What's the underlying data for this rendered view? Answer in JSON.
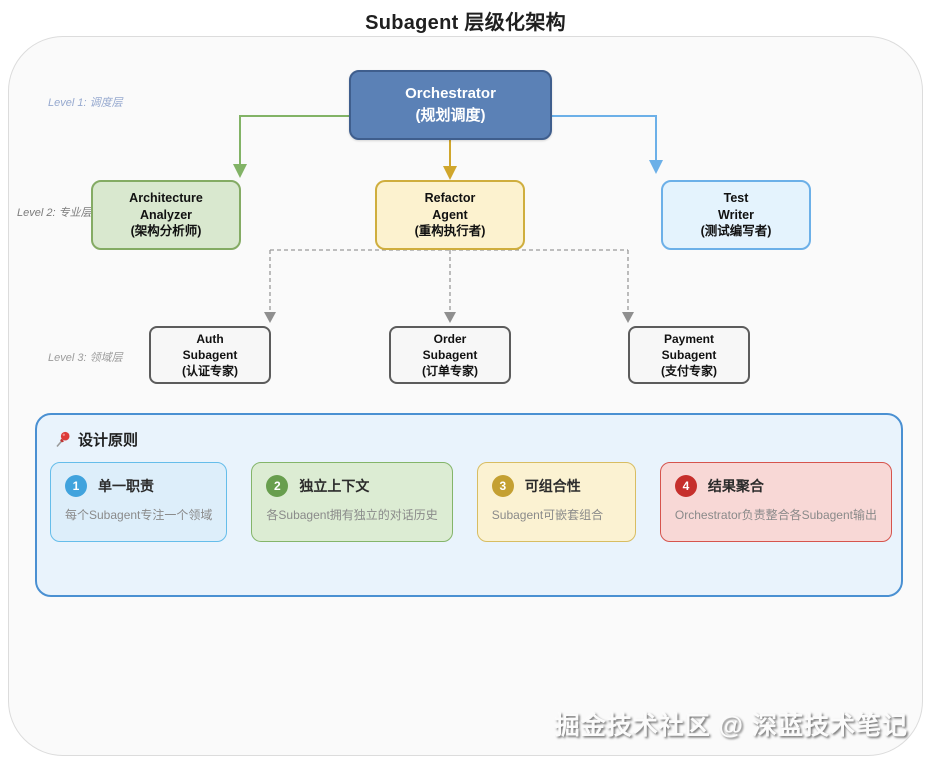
{
  "title": "Subagent 层级化架构",
  "levels": [
    {
      "label": "Level 1: 调度层"
    },
    {
      "label": "Level 2: 专业层"
    },
    {
      "label": "Level 3: 领域层"
    }
  ],
  "nodes": {
    "orchestrator": {
      "lines": [
        "Orchestrator",
        "(规划调度)"
      ]
    },
    "architecture_analyzer": {
      "lines": [
        "Architecture",
        "Analyzer",
        "(架构分析师)"
      ]
    },
    "refactor_agent": {
      "lines": [
        "Refactor",
        "Agent",
        "(重构执行者)"
      ]
    },
    "test_writer": {
      "lines": [
        "Test",
        "Writer",
        "(测试编写者)"
      ]
    },
    "auth_subagent": {
      "lines": [
        "Auth",
        "Subagent",
        "(认证专家)"
      ]
    },
    "order_subagent": {
      "lines": [
        "Order",
        "Subagent",
        "(订单专家)"
      ]
    },
    "payment_subagent": {
      "lines": [
        "Payment",
        "Subagent",
        "(支付专家)"
      ]
    }
  },
  "principles": {
    "pin_icon": "📌",
    "header": "设计原则",
    "cards": [
      {
        "num": "1",
        "title": "单一职责",
        "desc": "每个Subagent专注一个领域"
      },
      {
        "num": "2",
        "title": "独立上下文",
        "desc": "各Subagent拥有独立的对话历史"
      },
      {
        "num": "3",
        "title": "可组合性",
        "desc": "Subagent可嵌套组合"
      },
      {
        "num": "4",
        "title": "结果聚合",
        "desc": "Orchestrator负责整合各Subagent输出"
      }
    ]
  },
  "watermark": "掘金技术社区 @ 深蓝技术笔记",
  "colors": {
    "orchestrator_fill": "#5b81b6",
    "orchestrator_border": "#3f5e8d",
    "green_accent": "#82b366",
    "yellow_accent": "#d0a62c",
    "blue_accent": "#6cb0e8",
    "dashed_gray": "#9a9a9a",
    "panel_fill": "#e9f3fc",
    "panel_border": "#4a90d2",
    "card1_badge": "#41a3dd",
    "card2_badge": "#689e4e",
    "card3_badge": "#c4a032",
    "card4_badge": "#c62f2c"
  }
}
